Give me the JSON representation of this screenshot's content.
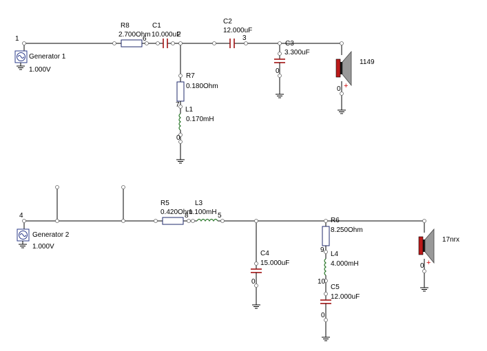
{
  "circuit1": {
    "node_labels": {
      "n1": "1",
      "n6": "6",
      "n2": "2",
      "n3": "3",
      "n7": "7",
      "n0_l1": "0",
      "n0_c3": "0",
      "n0_spk": "0"
    },
    "generator": {
      "name": "Generator 1",
      "value": "1.000V"
    },
    "r8": {
      "name": "R8",
      "value": "2.700Ohm"
    },
    "c1": {
      "name": "C1",
      "value": "10.000uF"
    },
    "c2": {
      "name": "C2",
      "value": "12.000uF"
    },
    "c3": {
      "name": "C3",
      "value": "3.300uF"
    },
    "r7": {
      "name": "R7",
      "value": "0.180Ohm"
    },
    "l1": {
      "name": "L1",
      "value": "0.170mH"
    },
    "speaker": {
      "name": "1149"
    }
  },
  "circuit2": {
    "node_labels": {
      "n4": "4",
      "n8": "8",
      "n5": "5",
      "n9": "9",
      "n10": "10",
      "n0_c4": "0",
      "n0_c5": "0",
      "n0_spk": "0"
    },
    "generator": {
      "name": "Generator 2",
      "value": "1.000V"
    },
    "r5": {
      "name": "R5",
      "value": "0.420Ohm"
    },
    "l3": {
      "name": "L3",
      "value": "1.100mH"
    },
    "c4": {
      "name": "C4",
      "value": "15.000uF"
    },
    "r6": {
      "name": "R6",
      "value": "8.250Ohm"
    },
    "l4": {
      "name": "L4",
      "value": "4.000mH"
    },
    "c5": {
      "name": "C5",
      "value": "12.000uF"
    },
    "speaker": {
      "name": "17nrx"
    }
  }
}
